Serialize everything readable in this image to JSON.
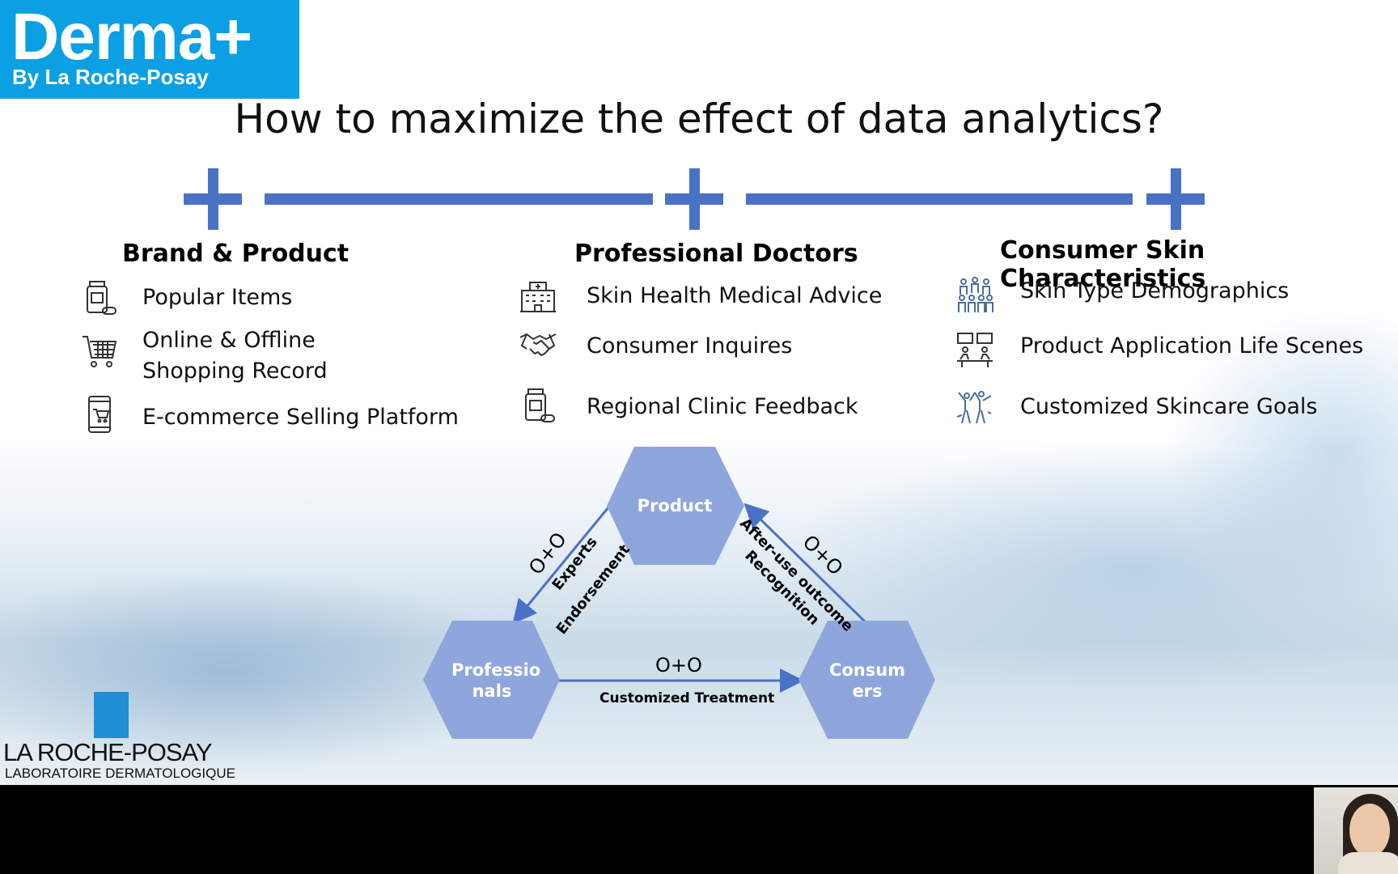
{
  "logo": {
    "main": "Derma+",
    "sub": "By La Roche-Posay"
  },
  "title": "How to maximize the effect of data analytics?",
  "columns": [
    {
      "heading": "Brand & Product",
      "items": [
        {
          "icon": "medicine-bottle-icon",
          "lines": [
            "Popular Items"
          ]
        },
        {
          "icon": "shopping-cart-icon",
          "lines": [
            "Online & Offline",
            "Shopping Record"
          ]
        },
        {
          "icon": "mobile-shop-icon",
          "lines": [
            "E-commerce Selling Platform"
          ]
        }
      ]
    },
    {
      "heading": "Professional Doctors",
      "items": [
        {
          "icon": "hospital-icon",
          "lines": [
            "Skin Health Medical Advice"
          ]
        },
        {
          "icon": "handshake-icon",
          "lines": [
            "Consumer Inquires"
          ]
        },
        {
          "icon": "medicine-bottle-icon",
          "lines": [
            "Regional Clinic Feedback"
          ]
        }
      ]
    },
    {
      "heading": "Consumer Skin Characteristics",
      "items": [
        {
          "icon": "people-group-icon",
          "lines": [
            "Skin Type Demographics"
          ]
        },
        {
          "icon": "meeting-icon",
          "lines": [
            "Product Application Life Scenes"
          ]
        },
        {
          "icon": "celebrate-people-icon",
          "lines": [
            "Customized Skincare Goals"
          ]
        }
      ]
    }
  ],
  "diagram": {
    "nodes": {
      "product": [
        "Product"
      ],
      "professionals": [
        "Professio",
        "nals"
      ],
      "consumers": [
        "Consum",
        "ers"
      ]
    },
    "edges": {
      "left_tag": "O+O",
      "left_label": [
        "Experts",
        "Endorsement"
      ],
      "right_tag": "O+O",
      "right_label": [
        "After-use outcome",
        "Recognition"
      ],
      "bottom_tag": "O+O",
      "bottom_label": "Customized Treatment"
    }
  },
  "footer": {
    "brand": "LA ROCHE-POSAY",
    "tagline": "LABORATOIRE DERMATOLOGIQUE"
  },
  "colors": {
    "accent": "#4a72c4",
    "logo_bg": "#0aa0e3",
    "hex_fill": "#8fa6dc"
  }
}
